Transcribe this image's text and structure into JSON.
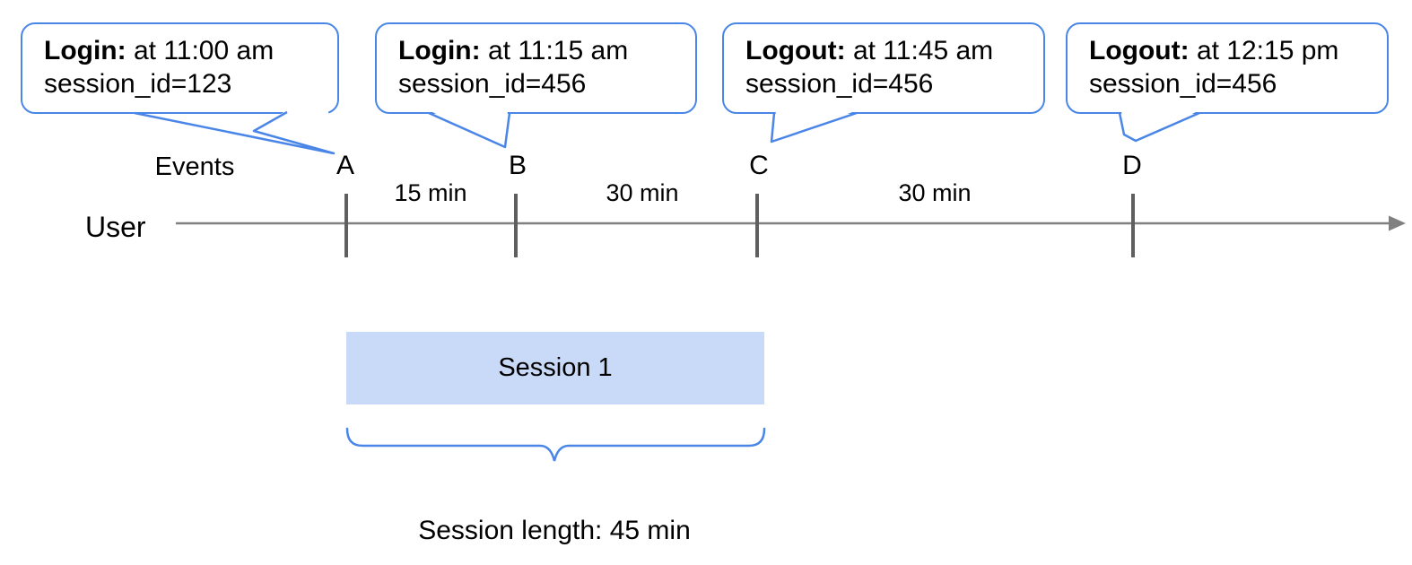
{
  "colors": {
    "accent_blue": "#4a86e8",
    "session_fill": "#c9daf8",
    "timeline_gray": "#808080",
    "tick_gray": "#5f5f5f",
    "text_black": "#000000"
  },
  "callouts": [
    {
      "title": "Login:",
      "detail": " at 11:00 am",
      "session": "session_id=123",
      "points_to": "A"
    },
    {
      "title": "Login:",
      "detail": " at 11:15 am",
      "session": "session_id=456",
      "points_to": "B"
    },
    {
      "title": "Logout:",
      "detail": " at 11:45 am",
      "session": "session_id=456",
      "points_to": "C"
    },
    {
      "title": "Logout:",
      "detail": " at 12:15 pm",
      "session": "session_id=456",
      "points_to": "D"
    }
  ],
  "timeline": {
    "axis_label": "User",
    "events_label": "Events",
    "events": [
      {
        "label": "A"
      },
      {
        "label": "B"
      },
      {
        "label": "C"
      },
      {
        "label": "D"
      }
    ],
    "intervals": [
      {
        "label": "15 min"
      },
      {
        "label": "30 min"
      },
      {
        "label": "30 min"
      }
    ]
  },
  "session": {
    "box_label": "Session 1",
    "length_label": "Session length: 45 min"
  }
}
